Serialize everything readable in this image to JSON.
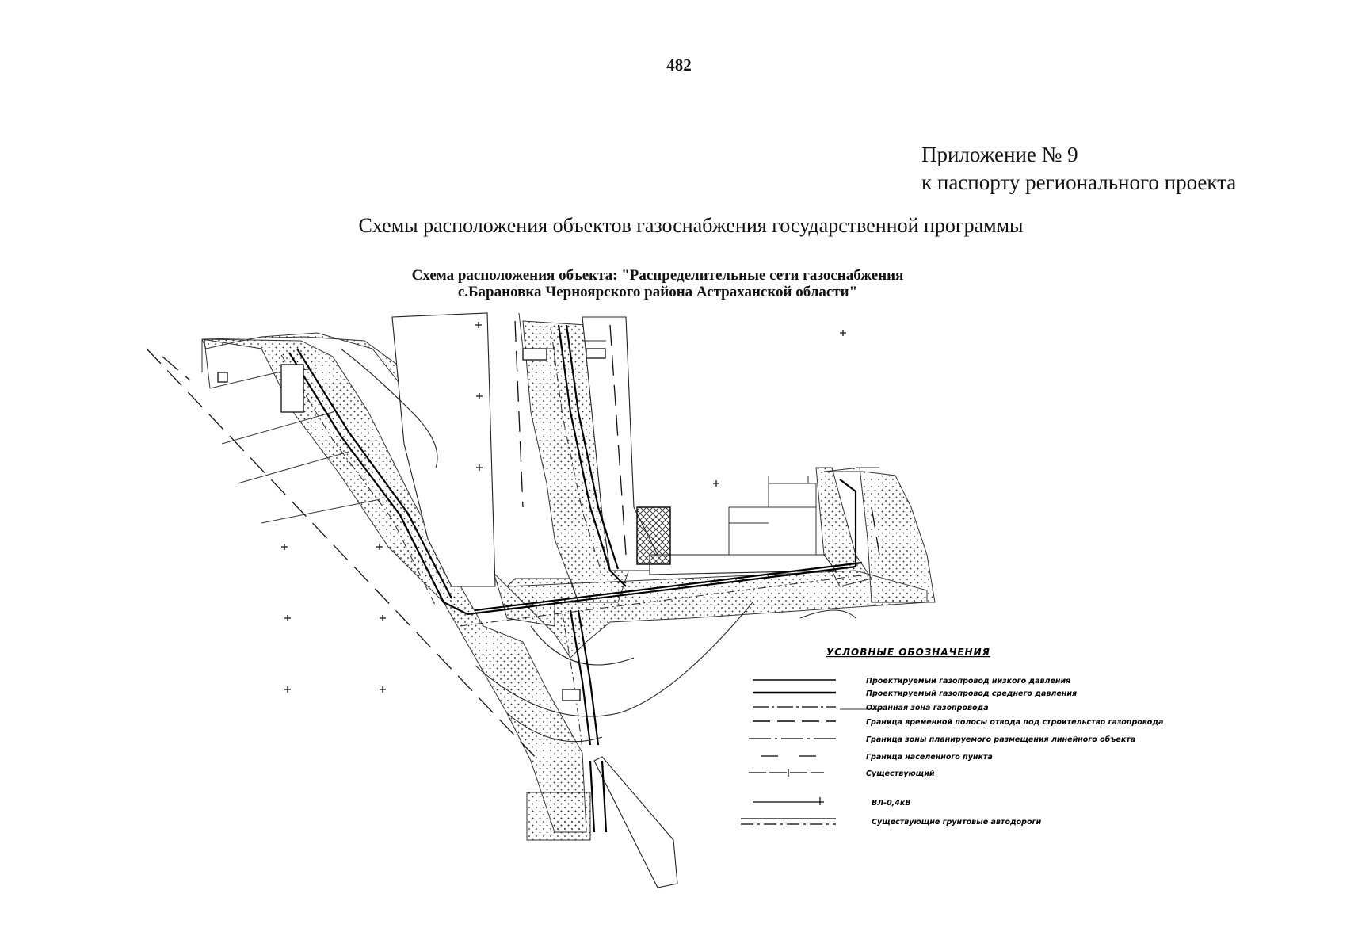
{
  "page": {
    "number": "482",
    "appendix_line1": "Приложение № 9",
    "appendix_line2": "к паспорту регионального проекта",
    "main_title": "Схемы расположения объектов газоснабжения государственной программы"
  },
  "map": {
    "title_line1": "Схема расположения объекта: \"Распределительные сети газоснабжения",
    "title_line2": "с.Барановка Черноярского района Астраханской области\"",
    "legend": {
      "title": "УСЛОВНЫЕ ОБОЗНАЧЕНИЯ",
      "items": [
        {
          "label": "Проектируемый газопровод низкого давления",
          "style": "solid-thin"
        },
        {
          "label": "Проектируемый газопровод среднего давления",
          "style": "solid-thick"
        },
        {
          "label": "Охранная зона газопровода",
          "style": "dash-dot"
        },
        {
          "label": "Граница временной полосы отвода под строительство газопровода",
          "style": "long-dash"
        },
        {
          "label": "Граница зоны планируемого размещения линейного объекта",
          "style": "dash-dot-long"
        },
        {
          "label": "Граница населенного пункта",
          "style": "sparse-dash"
        },
        {
          "label": "Существующий",
          "style": "dash-tick"
        },
        {
          "label": "ВЛ-0,4кВ",
          "style": "line-tick"
        },
        {
          "label": "Существующие грунтовые автодороги",
          "style": "double-line"
        }
      ]
    },
    "colors": {
      "ink": "#111111",
      "paper": "#ffffff"
    }
  }
}
